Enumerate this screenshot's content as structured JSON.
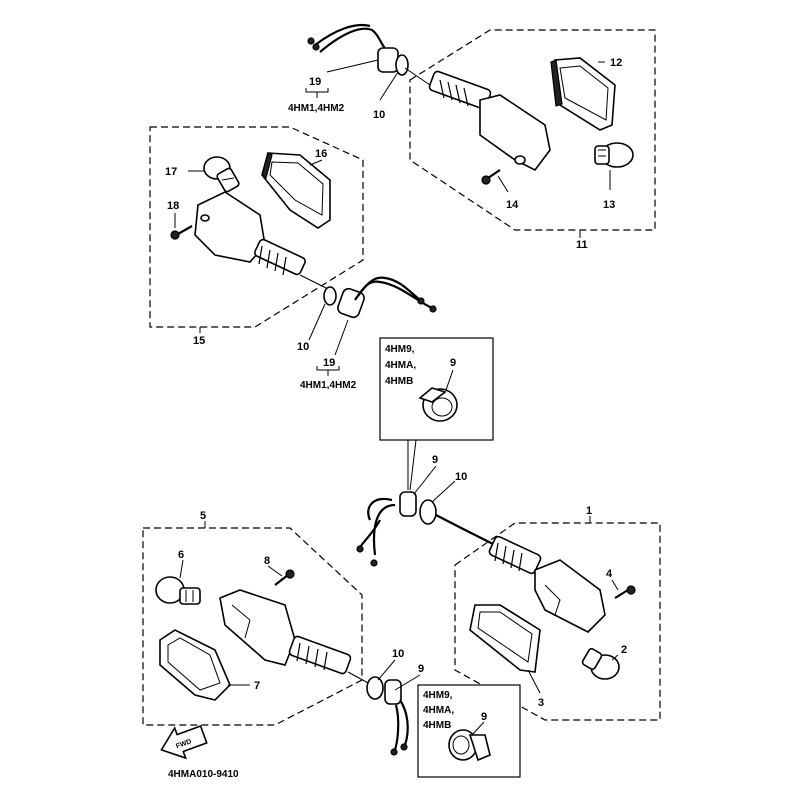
{
  "callouts": {
    "c1": "1",
    "c2": "2",
    "c3": "3",
    "c4": "4",
    "c5": "5",
    "c6": "6",
    "c7": "7",
    "c8": "8",
    "c9a": "9",
    "c9b": "9",
    "c9c": "9",
    "c9d": "9",
    "c10a": "10",
    "c10b": "10",
    "c10c": "10",
    "c10d": "10",
    "c11": "11",
    "c12": "12",
    "c13": "13",
    "c14": "14",
    "c15": "15",
    "c16": "16",
    "c17": "17",
    "c18": "18",
    "c19a": "19",
    "c19b": "19"
  },
  "models": {
    "upper": "4HM1,4HM2",
    "lower": "4HM1,4HM2",
    "box_top": [
      "4HM9,",
      "4HMA,",
      "4HMB"
    ],
    "box_bottom": [
      "4HM9,",
      "4HMA,",
      "4HMB"
    ]
  },
  "arrow_text": "FWD",
  "diagram_code": "4HMA010-9410",
  "colors": {
    "ink": "#000000",
    "paper": "#ffffff"
  }
}
